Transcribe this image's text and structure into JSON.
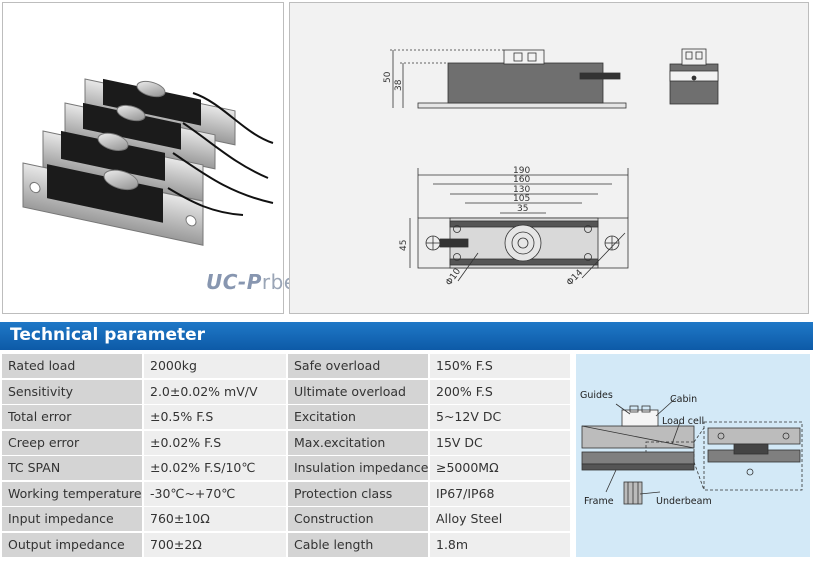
{
  "watermark": {
    "brand": "UC-P",
    "site": "rbeligroup.com"
  },
  "drawings": {
    "side_dims": [
      "50",
      "38"
    ],
    "top_dims": [
      "190",
      "160",
      "130",
      "105",
      "35",
      "45"
    ],
    "hole_labels": [
      "Φ10",
      "Φ14"
    ]
  },
  "section_title": "Technical parameter",
  "specs": [
    {
      "label": "Rated load",
      "value": "2000kg",
      "label2": "Safe overload",
      "value2": "150% F.S"
    },
    {
      "label": "Sensitivity",
      "value": "2.0±0.02% mV/V",
      "label2": "Ultimate overload",
      "value2": "200% F.S"
    },
    {
      "label": "Total error",
      "value": "±0.5% F.S",
      "label2": "Excitation",
      "value2": "5~12V DC"
    },
    {
      "label": "Creep error",
      "value": "±0.02% F.S",
      "label2": "Max.excitation",
      "value2": "15V DC"
    },
    {
      "label": "TC SPAN",
      "value": "±0.02% F.S/10℃",
      "label2": "Insulation impedance",
      "value2": "≥5000MΩ"
    },
    {
      "label": "Working temperature",
      "value": "-30℃~+70℃",
      "label2": "Protection class",
      "value2": "IP67/IP68"
    },
    {
      "label": "Input impedance",
      "value": "760±10Ω",
      "label2": "Construction",
      "value2": "Alloy Steel"
    },
    {
      "label": "Output impedance",
      "value": "700±2Ω",
      "label2": "Cable length",
      "value2": "1.8m"
    }
  ],
  "install": {
    "guides": "Guides",
    "cabin": "Cabin",
    "load_cell": "Load cell",
    "frame": "Frame",
    "underbeam": "Underbeam"
  }
}
